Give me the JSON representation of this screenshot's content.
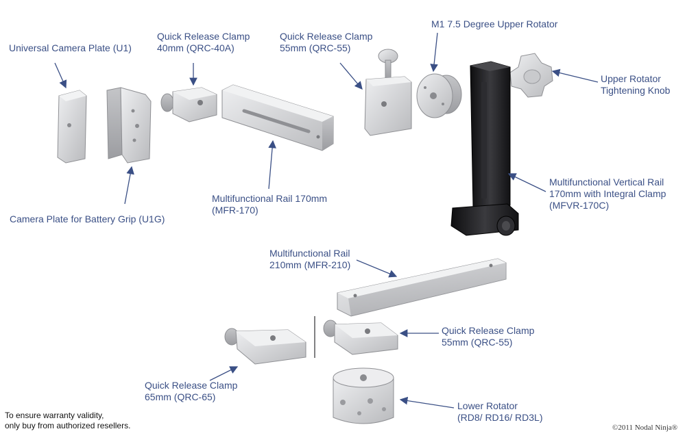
{
  "colors": {
    "label_text": "#3a4f85",
    "part_light": "#d6d7d9",
    "part_dark": "#1e1e20"
  },
  "labels": {
    "u1": "Universal Camera Plate (U1)",
    "u1g": "Camera Plate for Battery Grip (U1G)",
    "qrc40_l1": "Quick Release Clamp",
    "qrc40_l2": "40mm (QRC-40A)",
    "qrc55_top_l1": "Quick Release Clamp",
    "qrc55_top_l2": "55mm (QRC-55)",
    "m1": "M1 7.5 Degree Upper Rotator",
    "knob_l1": "Upper Rotator",
    "knob_l2": "Tightening Knob",
    "mfr170_l1": "Multifunctional Rail 170mm",
    "mfr170_l2": "(MFR-170)",
    "mfvr_l1": "Multifunctional Vertical Rail",
    "mfvr_l2": "170mm with Integral Clamp",
    "mfvr_l3": "(MFVR-170C)",
    "mfr210_l1": "Multifunctional Rail",
    "mfr210_l2": "210mm (MFR-210)",
    "qrc55_bot_l1": "Quick Release Clamp",
    "qrc55_bot_l2": "55mm (QRC-55)",
    "qrc65_l1": "Quick Release Clamp",
    "qrc65_l2": "65mm (QRC-65)",
    "rotator_l1": "Lower Rotator",
    "rotator_l2": "(RD8/ RD16/ RD3L)"
  },
  "footer": {
    "warranty_l1": "To ensure warranty validity,",
    "warranty_l2": "only buy from authorized resellers.",
    "copyright": "©2011 Nodal Ninja®"
  }
}
